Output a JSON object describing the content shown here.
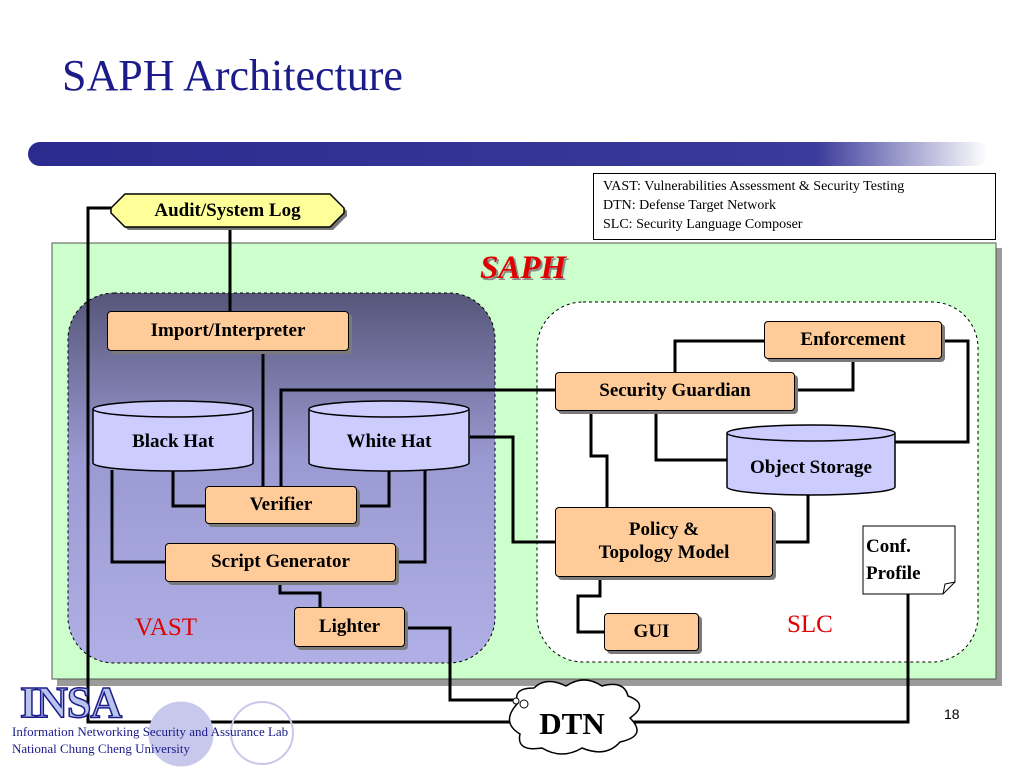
{
  "slide": {
    "title": "SAPH Architecture",
    "page_number": "18"
  },
  "legend": [
    "VAST: Vulnerabilities Assessment & Security Testing",
    "DTN: Defense Target Network",
    "SLC: Security Language Composer"
  ],
  "nodes": {
    "audit_log": "Audit/System Log",
    "import_interpreter": "Import/Interpreter",
    "black_hat": "Black Hat",
    "white_hat": "White Hat",
    "verifier": "Verifier",
    "script_generator": "Script Generator",
    "lighter": "Lighter",
    "enforcement": "Enforcement",
    "security_guardian": "Security Guardian",
    "object_storage": "Object Storage",
    "policy_model_line1": "Policy &",
    "policy_model_line2": "Topology Model",
    "gui": "GUI",
    "conf_profile_line1": "Conf.",
    "conf_profile_line2": "Profile",
    "dtn": "DTN"
  },
  "regions": {
    "saph": "SAPH",
    "vast": "VAST",
    "slc": "SLC"
  },
  "footer": {
    "logo": "INSA",
    "line1": "Information Networking Security and Assurance Lab",
    "line2": "National Chung Cheng University"
  },
  "colors": {
    "title": "#1b1b8a",
    "saph_panel": "#ccffcc",
    "node_fill": "#ffcc99",
    "storage_fill": "#ccccff",
    "audit_fill": "#ffff99",
    "label_red": "#e00000",
    "bar": "#2b2b8f"
  }
}
